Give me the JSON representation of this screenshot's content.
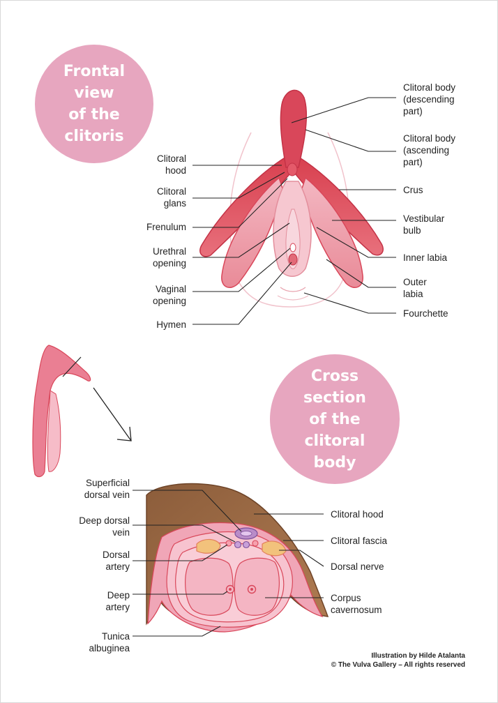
{
  "frontal": {
    "title": "Frontal\nview\nof the\nclitoris",
    "labels_left": {
      "clitoral_hood": "Clitoral\nhood",
      "clitoral_glans": "Clitoral\nglans",
      "frenulum": "Frenulum",
      "urethral_opening": "Urethral\nopening",
      "vaginal_opening": "Vaginal\nopening",
      "hymen": "Hymen"
    },
    "labels_right": {
      "body_descending": "Clitoral body\n(descending\npart)",
      "body_ascending": "Clitoral body\n(ascending\npart)",
      "crus": "Crus",
      "vestibular_bulb": "Vestibular\nbulb",
      "inner_labia": "Inner labia",
      "outer_labia": "Outer\nlabia",
      "fourchette": "Fourchette"
    }
  },
  "cross": {
    "title": "Cross\nsection\nof the\nclitoral\nbody",
    "labels_left": {
      "superficial_dorsal_vein": "Superficial\ndorsal vein",
      "deep_dorsal_vein": "Deep dorsal\nvein",
      "dorsal_artery": "Dorsal\nartery",
      "deep_artery": "Deep\nartery",
      "tunica_albuginea": "Tunica\nalbuginea"
    },
    "labels_right": {
      "clitoral_hood": "Clitoral hood",
      "clitoral_fascia": "Clitoral fascia",
      "dorsal_nerve": "Dorsal nerve",
      "corpus_cavernosum": "Corpus\ncavernosum"
    }
  },
  "credit": "Illustration by Hilde Atalanta\n© The Vulva Gallery – All rights reserved",
  "colors": {
    "badge": "#e7a6bf",
    "clitoris_red": "#d9475a",
    "soft_pink": "#f2b8c6",
    "hood_brown": "#9a6b45",
    "leader": "#222222"
  }
}
